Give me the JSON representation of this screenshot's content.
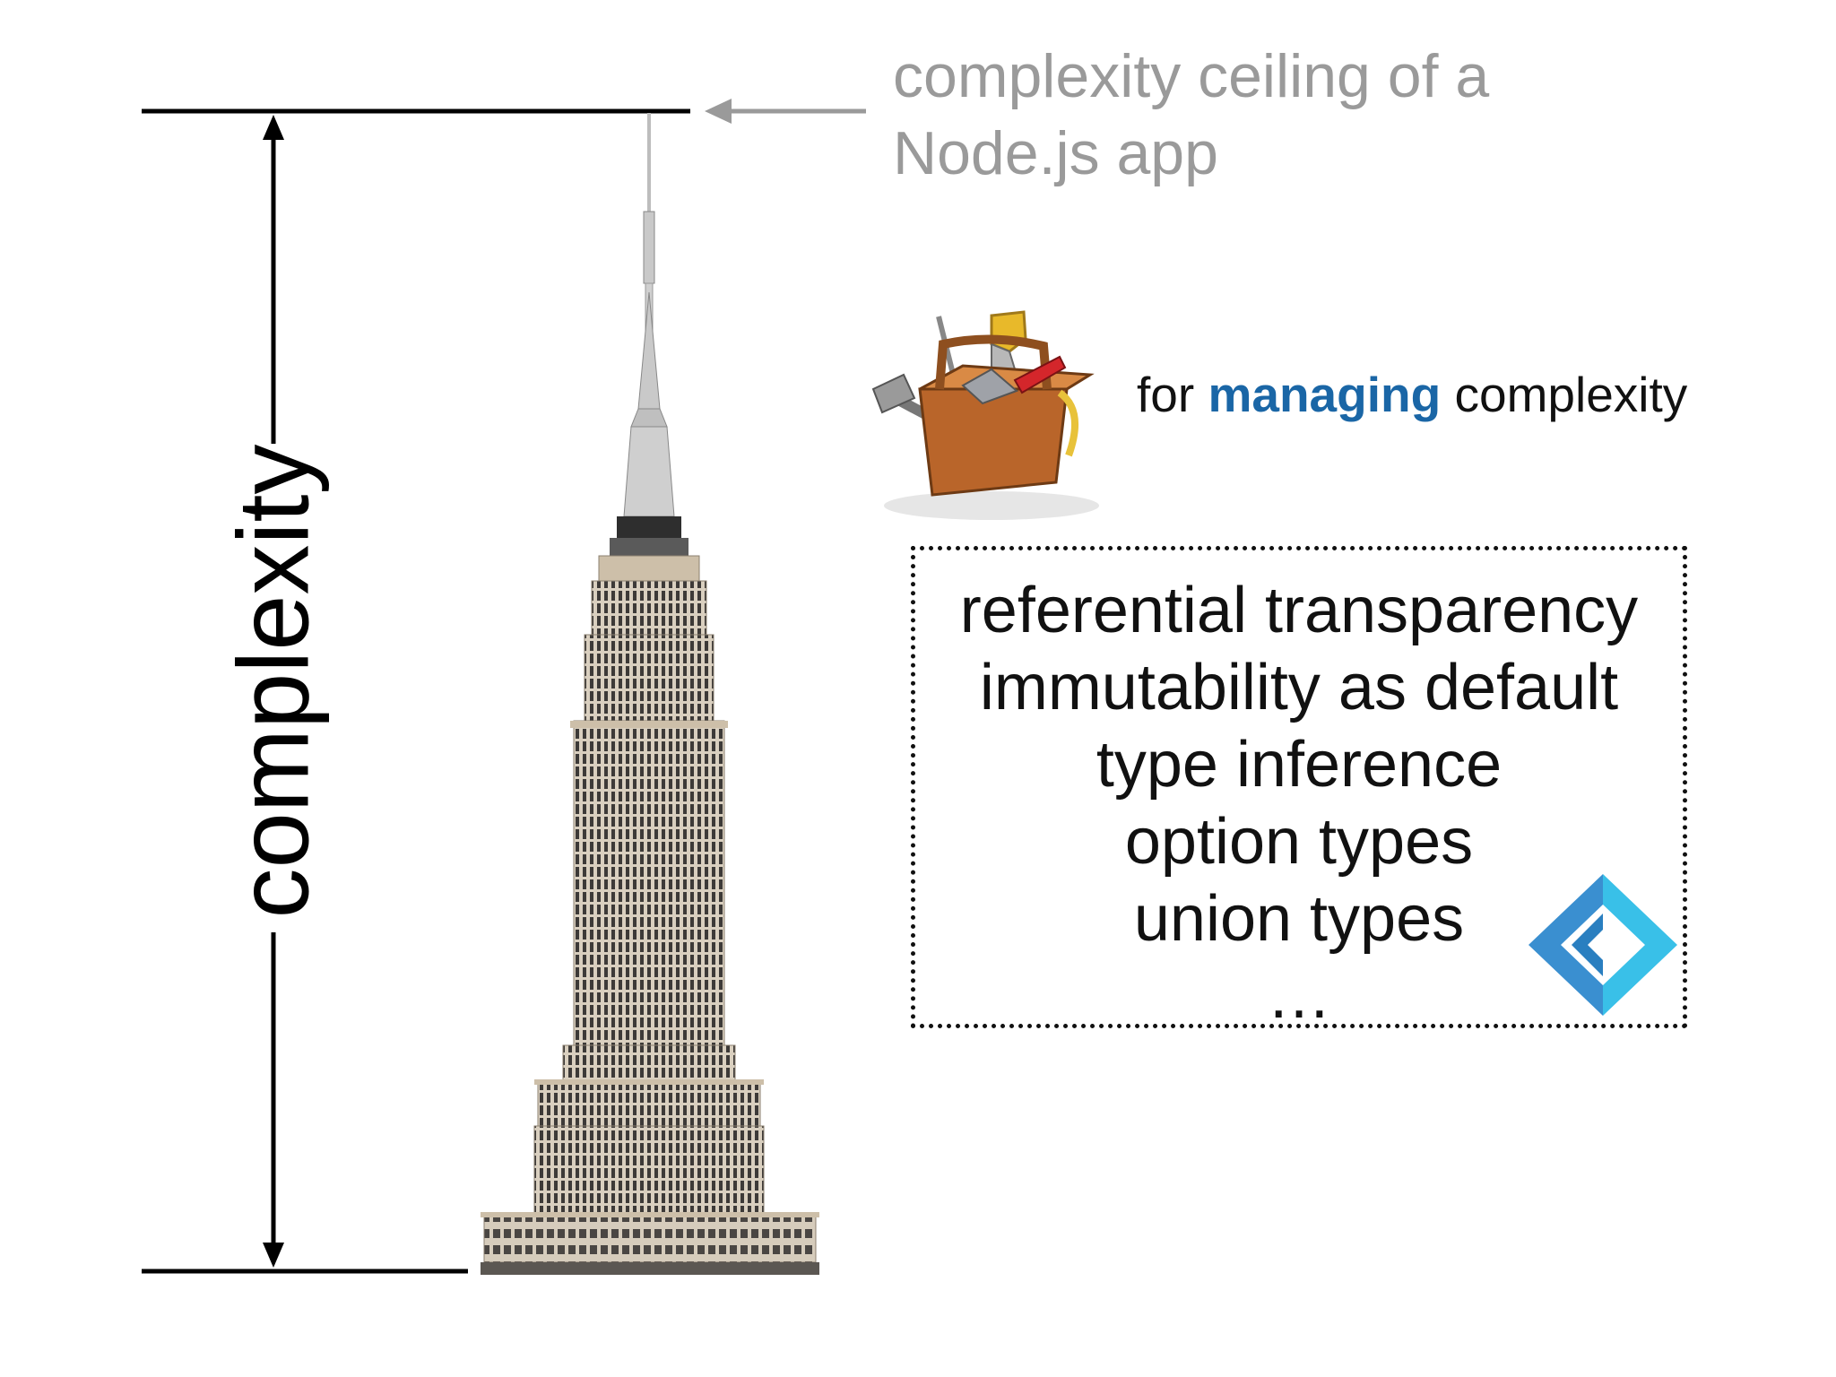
{
  "caption": {
    "line1": "complexity ceiling of a",
    "line2": "Node.js app"
  },
  "axis_label": "complexity",
  "managing": {
    "before": "for",
    "highlight": "managing",
    "after": "complexity"
  },
  "features": [
    "referential transparency",
    "immutability as default",
    "type inference",
    "option types",
    "union types",
    "…"
  ],
  "colors": {
    "caption_gray": "#9a9a9a",
    "highlight_blue": "#1a66a6",
    "logo_dark": "#3a8fd0",
    "logo_light": "#39c0e8"
  },
  "icons": {
    "toolbox": "toolbox-icon",
    "building": "empire-state-building",
    "logo": "fsharp-logo"
  }
}
